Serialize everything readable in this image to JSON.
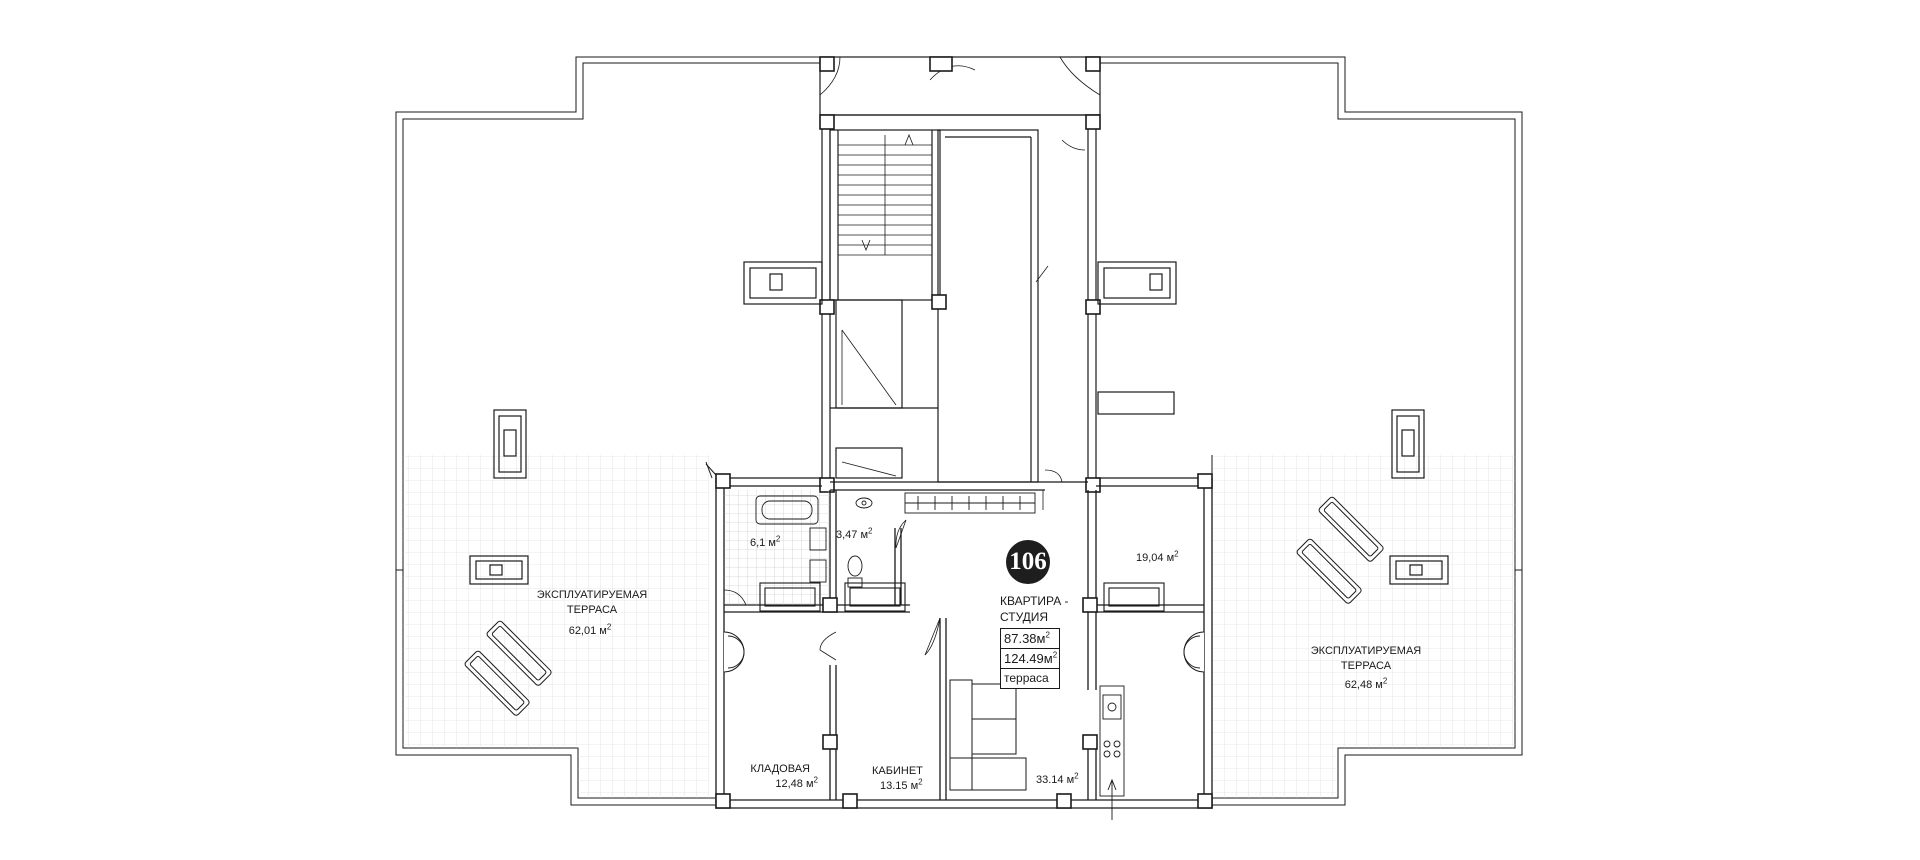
{
  "apartment": {
    "number": "106",
    "type_line1": "КВАРТИРА -",
    "type_line2": "СТУДИЯ",
    "area_value": "87.38м",
    "area_sup": "2",
    "terrace_value": "124.49м",
    "terrace_sup": "2",
    "terrace_word": "терраса"
  },
  "rooms": {
    "bathroom": {
      "area": "6,1 м",
      "sup": "2"
    },
    "wc": {
      "area": "3,47 м",
      "sup": "2"
    },
    "bedroom": {
      "area": "19,04 м",
      "sup": "2"
    },
    "pantry": {
      "name": "КЛАДОВАЯ",
      "area": "12,48 м",
      "sup": "2"
    },
    "study": {
      "name": "КАБИНЕТ",
      "area": "13.15 м",
      "sup": "2"
    },
    "living": {
      "area": "33.14 м",
      "sup": "2"
    }
  },
  "terraces": {
    "left": {
      "line1": "ЭКСПЛУАТИРУЕМАЯ",
      "line2": "ТЕРРАСА",
      "area": "62,01 м",
      "sup": "2"
    },
    "right": {
      "line1": "ЭКСПЛУАТИРУЕМАЯ",
      "line2": "ТЕРРАСА",
      "area": "62,48 м",
      "sup": "2"
    }
  },
  "colors": {
    "line": "#1a1a1a",
    "wall_fill": "#ffffff",
    "tile": "#c9c9c9",
    "background": "#ffffff"
  }
}
